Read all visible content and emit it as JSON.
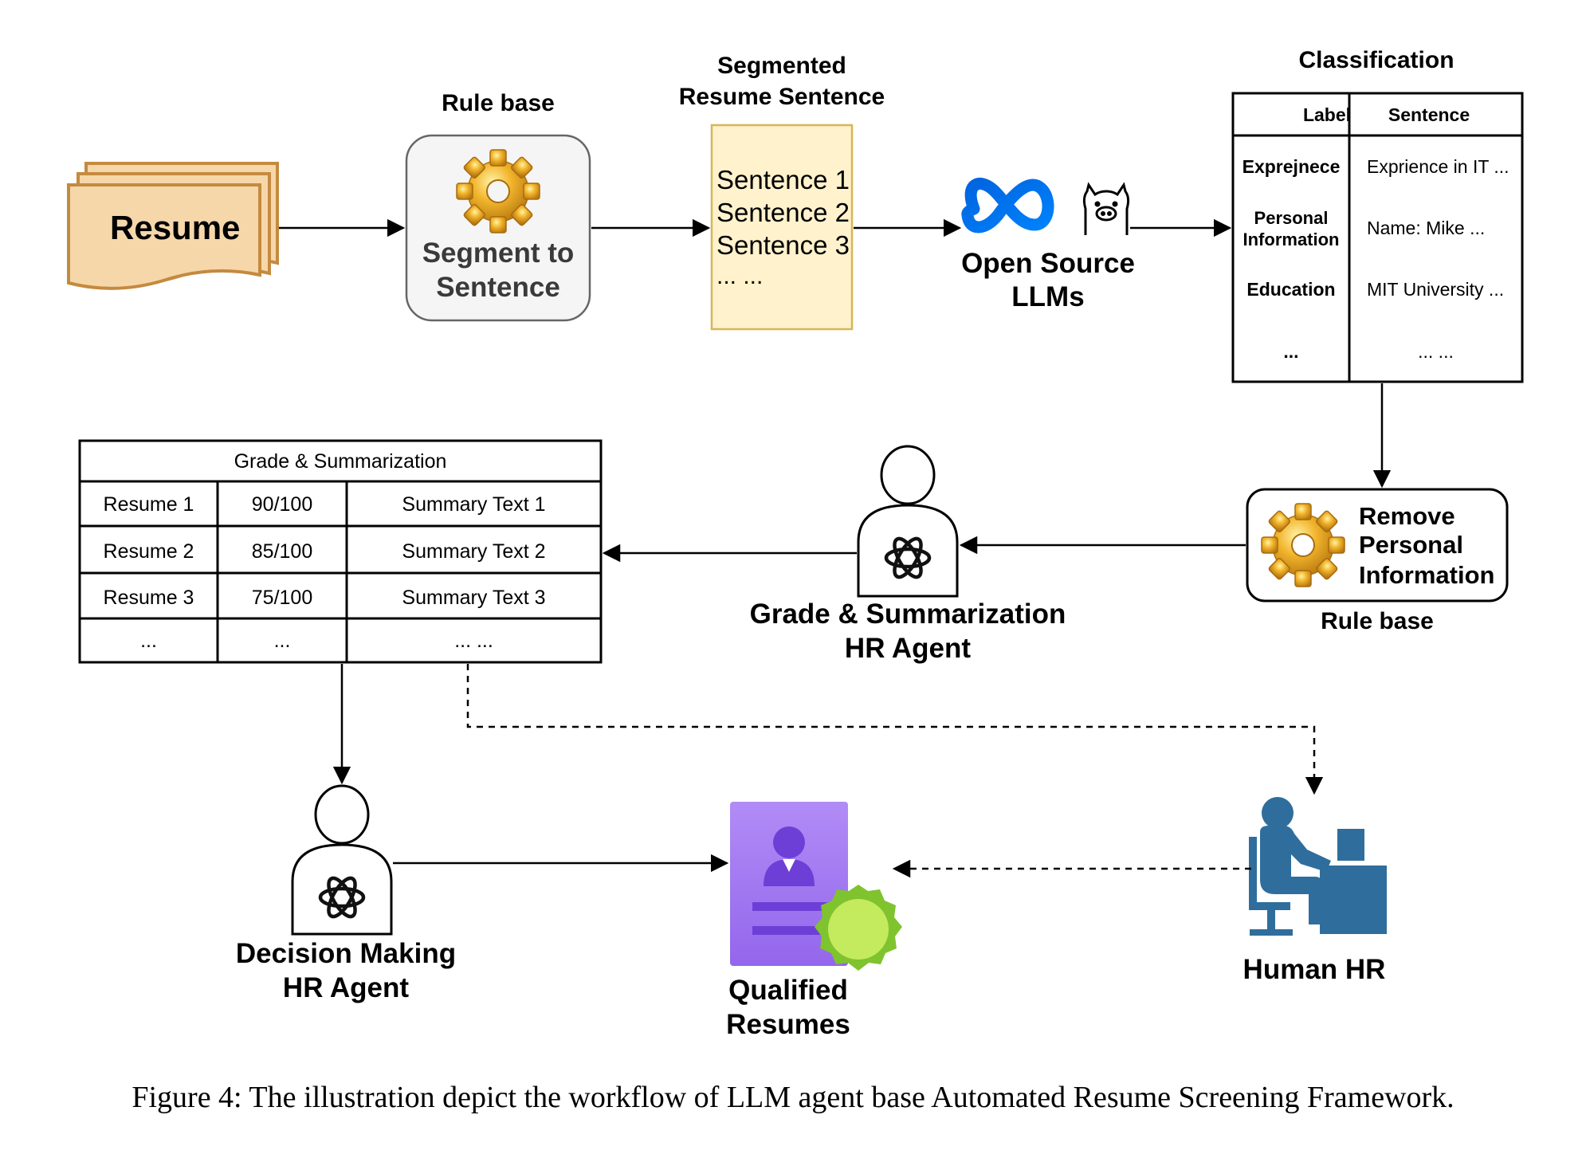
{
  "resume_label": "Resume",
  "rule_base_top": {
    "title": "Rule base",
    "line1": "Segment to",
    "line2": "Sentence"
  },
  "segmented": {
    "title_line1": "Segmented",
    "title_line2": "Resume Sentence",
    "sentences": [
      "Sentence 1",
      "Sentence 2",
      "Sentence 3",
      "... ..."
    ]
  },
  "llm": {
    "line1": "Open Source",
    "line2": "LLMs"
  },
  "classification": {
    "title": "Classification",
    "headers": [
      "Label",
      "Sentence"
    ],
    "rows": [
      {
        "label": "Exprejnece",
        "sentence": "Exprience in IT ..."
      },
      {
        "label_line1": "Personal",
        "label_line2": "Information",
        "sentence": "Name: Mike ..."
      },
      {
        "label": "Education",
        "sentence": "MIT University ..."
      },
      {
        "label": "...",
        "sentence": "... ..."
      }
    ]
  },
  "remove_pi": {
    "line1": "Remove",
    "line2": "Personal",
    "line3": "Information",
    "caption": "Rule base"
  },
  "grade_agent": {
    "line1": "Grade & Summarization",
    "line2": "HR Agent"
  },
  "grade_table": {
    "title": "Grade & Summarization",
    "rows": [
      [
        "Resume 1",
        "90/100",
        "Summary Text 1"
      ],
      [
        "Resume 2",
        "85/100",
        "Summary Text 2"
      ],
      [
        "Resume 3",
        "75/100",
        "Summary Text 3"
      ],
      [
        "...",
        "...",
        "... ..."
      ]
    ]
  },
  "decision_agent": {
    "line1": "Decision Making",
    "line2": "HR Agent"
  },
  "qualified": {
    "line1": "Qualified",
    "line2": "Resumes"
  },
  "human_hr": {
    "label": "Human HR"
  },
  "caption": "Figure 4: The illustration depict the workflow of LLM agent base Automated Resume Screening Framework.",
  "colors": {
    "resume_fill": "#F6D7AA",
    "resume_stroke": "#C48A3F",
    "segment_fill": "#FFF2CC",
    "segment_stroke": "#D6B656",
    "rulebox_fill": "#F5F5F5",
    "meta_blue": "#1877F2",
    "doc_purple": "#A77BF3",
    "badge_green": "#B8E45A",
    "hr_blue": "#2F6E9C"
  }
}
